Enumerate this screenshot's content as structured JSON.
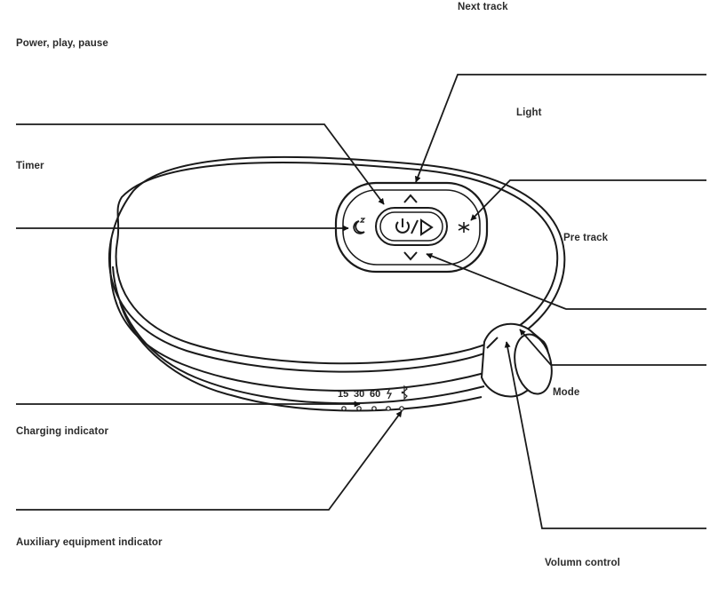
{
  "labels": {
    "next_track": "Next track",
    "power_play_pause": "Power, play, pause",
    "light": "Light",
    "timer": "Timer",
    "pre_track": "Pre track",
    "mode": "Mode",
    "charging_indicator": "Charging indicator",
    "auxiliary_equipment_indicator": "Auxiliary equipment indicator",
    "volume_control": "Volumn control"
  },
  "device": {
    "indicators": {
      "t15": "15",
      "t30": "30",
      "t60": "60"
    }
  },
  "icons": [
    "timer-moon-icon",
    "power-icon",
    "play-icon",
    "light-icon",
    "up-chevron-icon",
    "down-chevron-icon",
    "charging-bolt-icon",
    "bluetooth-icon"
  ]
}
